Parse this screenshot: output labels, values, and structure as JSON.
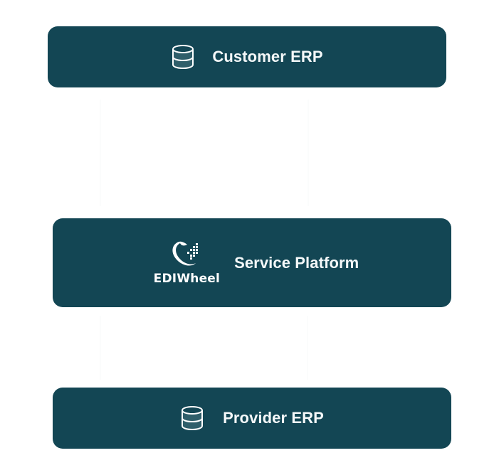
{
  "diagram": {
    "colors": {
      "node_fill": "#134654",
      "node_text": "#ffffff",
      "background": "#ffffff"
    },
    "nodes": [
      {
        "id": "customer-erp",
        "icon": "database-icon",
        "label": "Customer ERP"
      },
      {
        "id": "service-platform",
        "icon": "ediwheel-logo",
        "logo_text": "EDIWheel",
        "label": "Service Platform"
      },
      {
        "id": "provider-erp",
        "icon": "database-icon",
        "label": "Provider ERP"
      }
    ],
    "edges": [
      {
        "from": "customer-erp",
        "to": "service-platform"
      },
      {
        "from": "service-platform",
        "to": "provider-erp"
      }
    ]
  }
}
